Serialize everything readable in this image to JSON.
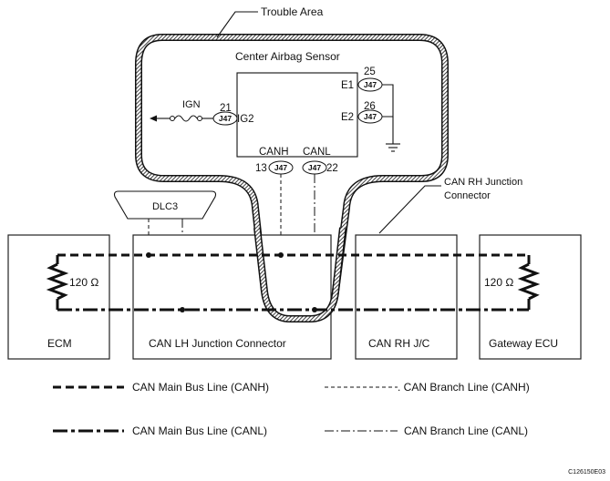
{
  "diagram": {
    "trouble_area_label": "Trouble Area",
    "sensor_title": "Center Airbag Sensor",
    "connector_id": "J47",
    "pins": {
      "e1": {
        "label": "E1",
        "number": "25"
      },
      "e2": {
        "label": "E2",
        "number": "26"
      },
      "ig2": {
        "label": "IG2",
        "number": "21"
      },
      "canh": {
        "label": "CANH",
        "number": "13"
      },
      "canl": {
        "label": "CANL",
        "number": "22"
      }
    },
    "ign_label": "IGN",
    "dlc3_label": "DLC3",
    "rh_junction_connector_label_1": "CAN RH Junction",
    "rh_junction_connector_label_2": "Connector",
    "modules": {
      "ecm": "ECM",
      "lh_junction": "CAN LH Junction Connector",
      "rh_jc": "CAN RH J/C",
      "gateway": "Gateway ECU"
    },
    "resistor_left": "120 Ω",
    "resistor_right": "120 Ω",
    "legend": {
      "main_canh": "CAN Main Bus Line (CANH)",
      "branch_canh": ". CAN Branch Line (CANH)",
      "main_canl": "CAN Main Bus Line (CANL)",
      "branch_canl": "CAN Branch Line (CANL)"
    },
    "figure_code": "C126150E03"
  }
}
